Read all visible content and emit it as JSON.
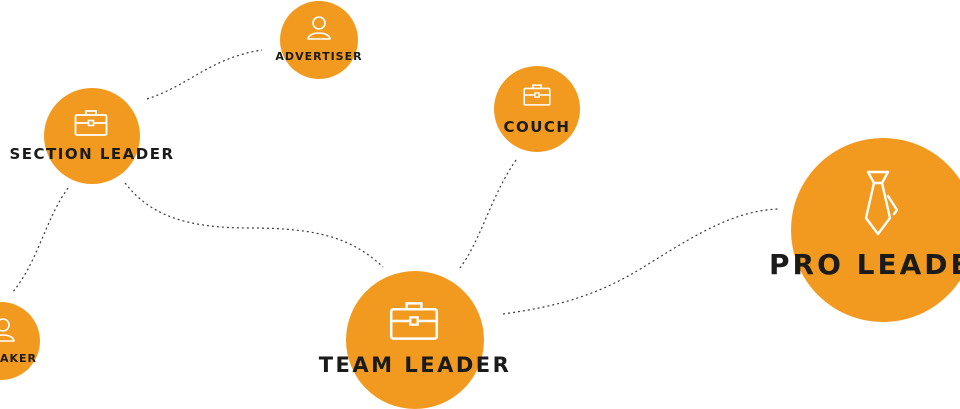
{
  "colors": {
    "node_fill": "#f29a1f",
    "icon_stroke": "#ffffff",
    "label_text": "#1b1b1b",
    "connector": "#3a3a3a"
  },
  "nodes": {
    "advertiser": {
      "label": "ADVERTISER",
      "icon": "user-icon"
    },
    "section_leader": {
      "label": "SECTION LEADER",
      "icon": "briefcase-icon"
    },
    "couch": {
      "label": "COUCH",
      "icon": "briefcase-icon"
    },
    "maker": {
      "label": "AKER",
      "icon": "user-icon"
    },
    "team_leader": {
      "label": "TEAM LEADER",
      "icon": "briefcase-icon"
    },
    "pro_leader": {
      "label": "PRO LEADE",
      "icon": "tie-icon"
    }
  }
}
